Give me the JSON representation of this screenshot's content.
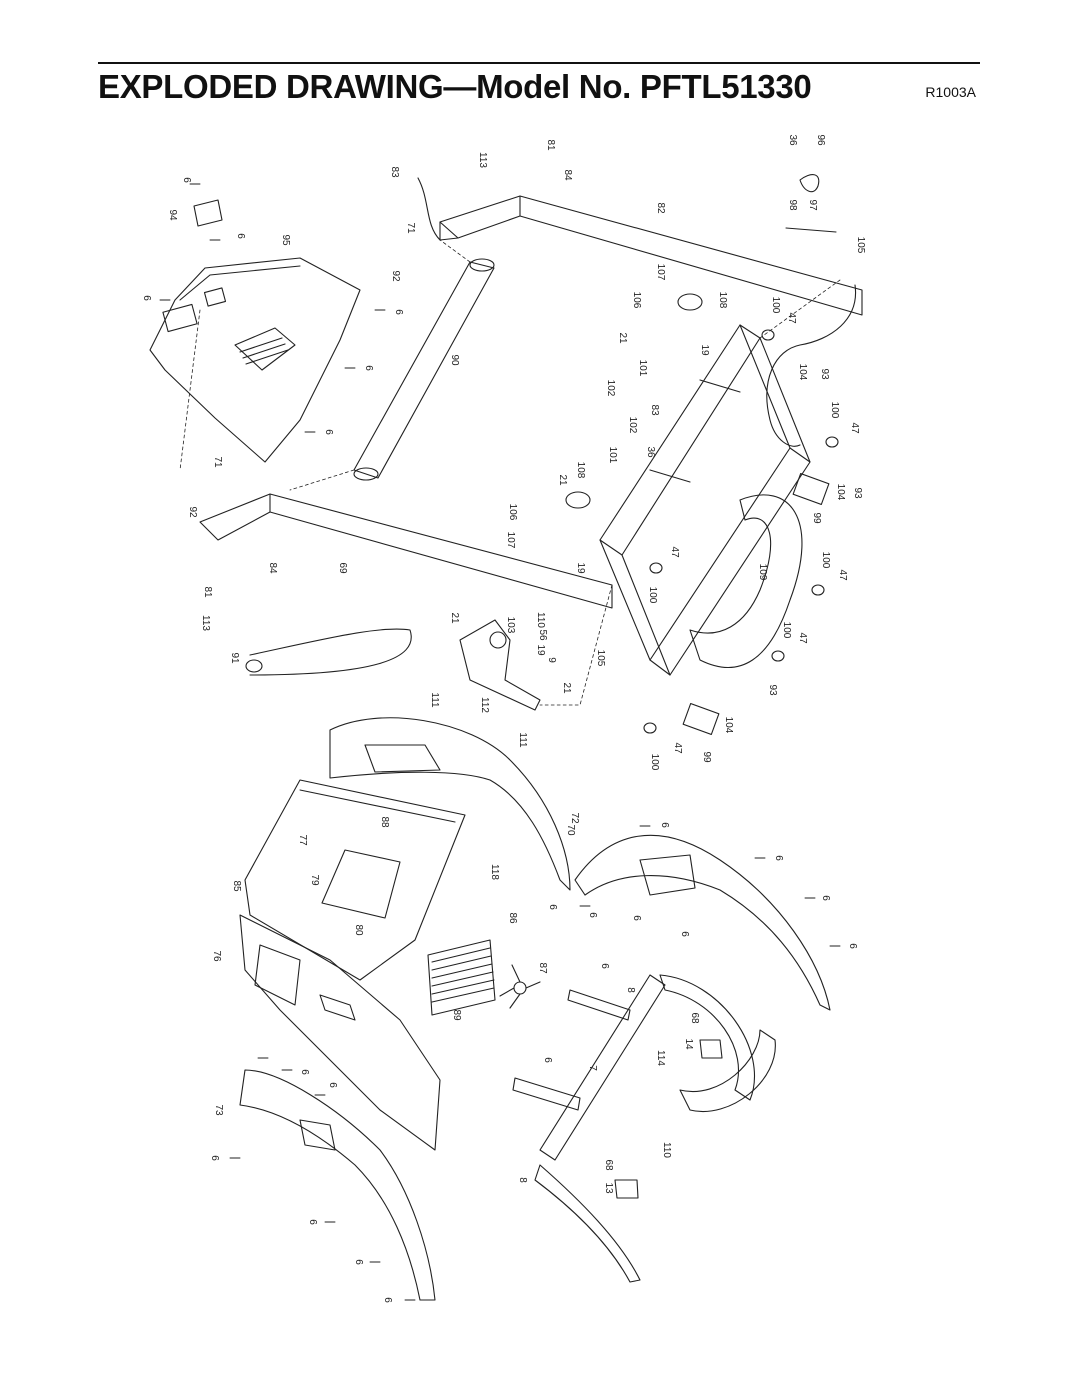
{
  "header": {
    "title": "EXPLODED DRAWING—Model No. PFTL51330",
    "code": "R1003A"
  },
  "part_labels": [
    {
      "id": "p-36-a",
      "text": "36"
    },
    {
      "id": "p-96",
      "text": "96"
    },
    {
      "id": "p-98",
      "text": "98"
    },
    {
      "id": "p-97",
      "text": "97"
    },
    {
      "id": "p-105-a",
      "text": "105"
    },
    {
      "id": "p-81-a",
      "text": "81"
    },
    {
      "id": "p-113-a",
      "text": "113"
    },
    {
      "id": "p-83-a",
      "text": "83"
    },
    {
      "id": "p-84-a",
      "text": "84"
    },
    {
      "id": "p-82",
      "text": "82"
    },
    {
      "id": "p-6-a",
      "text": "6"
    },
    {
      "id": "p-94",
      "text": "94"
    },
    {
      "id": "p-6-b",
      "text": "6"
    },
    {
      "id": "p-95",
      "text": "95"
    },
    {
      "id": "p-71-a",
      "text": "71"
    },
    {
      "id": "p-92-a",
      "text": "92"
    },
    {
      "id": "p-6-c",
      "text": "6"
    },
    {
      "id": "p-6-d",
      "text": "6"
    },
    {
      "id": "p-107-a",
      "text": "107"
    },
    {
      "id": "p-106-a",
      "text": "106"
    },
    {
      "id": "p-108-a",
      "text": "108"
    },
    {
      "id": "p-100-a",
      "text": "100"
    },
    {
      "id": "p-47-a",
      "text": "47"
    },
    {
      "id": "p-21-a",
      "text": "21"
    },
    {
      "id": "p-19-a",
      "text": "19"
    },
    {
      "id": "p-90",
      "text": "90"
    },
    {
      "id": "p-6-e",
      "text": "6"
    },
    {
      "id": "p-101-a",
      "text": "101"
    },
    {
      "id": "p-102-a",
      "text": "102"
    },
    {
      "id": "p-104-a",
      "text": "104"
    },
    {
      "id": "p-93-a",
      "text": "93"
    },
    {
      "id": "p-83-b",
      "text": "83"
    },
    {
      "id": "p-6-f",
      "text": "6"
    },
    {
      "id": "p-102-b",
      "text": "102"
    },
    {
      "id": "p-100-b",
      "text": "100"
    },
    {
      "id": "p-47-b",
      "text": "47"
    },
    {
      "id": "p-36-b",
      "text": "36"
    },
    {
      "id": "p-101-b",
      "text": "101"
    },
    {
      "id": "p-71-b",
      "text": "71"
    },
    {
      "id": "p-21-b",
      "text": "21"
    },
    {
      "id": "p-108-b",
      "text": "108"
    },
    {
      "id": "p-93-b",
      "text": "93"
    },
    {
      "id": "p-104-b",
      "text": "104"
    },
    {
      "id": "p-92-b",
      "text": "92"
    },
    {
      "id": "p-106-b",
      "text": "106"
    },
    {
      "id": "p-99-a",
      "text": "99"
    },
    {
      "id": "p-107-b",
      "text": "107"
    },
    {
      "id": "p-47-c",
      "text": "47"
    },
    {
      "id": "p-19-b",
      "text": "19"
    },
    {
      "id": "p-84-b",
      "text": "84"
    },
    {
      "id": "p-69",
      "text": "69"
    },
    {
      "id": "p-109",
      "text": "109"
    },
    {
      "id": "p-100-c",
      "text": "100"
    },
    {
      "id": "p-100-d",
      "text": "100"
    },
    {
      "id": "p-47-d",
      "text": "47"
    },
    {
      "id": "p-81-b",
      "text": "81"
    },
    {
      "id": "p-113-b",
      "text": "113"
    },
    {
      "id": "p-21-c",
      "text": "21"
    },
    {
      "id": "p-103",
      "text": "103"
    },
    {
      "id": "p-110-a",
      "text": "110"
    },
    {
      "id": "p-100-e",
      "text": "100"
    },
    {
      "id": "p-47-e",
      "text": "47"
    },
    {
      "id": "p-91",
      "text": "91"
    },
    {
      "id": "p-9",
      "text": "9"
    },
    {
      "id": "p-19-c",
      "text": "19"
    },
    {
      "id": "p-56",
      "text": "56"
    },
    {
      "id": "p-105-b",
      "text": "105"
    },
    {
      "id": "p-21-d",
      "text": "21"
    },
    {
      "id": "p-111-a",
      "text": "111"
    },
    {
      "id": "p-112",
      "text": "112"
    },
    {
      "id": "p-93-c",
      "text": "93"
    },
    {
      "id": "p-111-b",
      "text": "111"
    },
    {
      "id": "p-104-c",
      "text": "104"
    },
    {
      "id": "p-100-f",
      "text": "100"
    },
    {
      "id": "p-47-f",
      "text": "47"
    },
    {
      "id": "p-99-b",
      "text": "99"
    },
    {
      "id": "p-72",
      "text": "72"
    },
    {
      "id": "p-70",
      "text": "70"
    },
    {
      "id": "p-6-g",
      "text": "6"
    },
    {
      "id": "p-88",
      "text": "88"
    },
    {
      "id": "p-77",
      "text": "77"
    },
    {
      "id": "p-118",
      "text": "118"
    },
    {
      "id": "p-6-h",
      "text": "6"
    },
    {
      "id": "p-85",
      "text": "85"
    },
    {
      "id": "p-79",
      "text": "79"
    },
    {
      "id": "p-6-i",
      "text": "6"
    },
    {
      "id": "p-6-j",
      "text": "6"
    },
    {
      "id": "p-6-k",
      "text": "6"
    },
    {
      "id": "p-6-l",
      "text": "6"
    },
    {
      "id": "p-80",
      "text": "80"
    },
    {
      "id": "p-86",
      "text": "86"
    },
    {
      "id": "p-6-m",
      "text": "6"
    },
    {
      "id": "p-6-n",
      "text": "6"
    },
    {
      "id": "p-87",
      "text": "87"
    },
    {
      "id": "p-76",
      "text": "76"
    },
    {
      "id": "p-8-a",
      "text": "8"
    },
    {
      "id": "p-89",
      "text": "89"
    },
    {
      "id": "p-68-a",
      "text": "68"
    },
    {
      "id": "p-14",
      "text": "14"
    },
    {
      "id": "p-114",
      "text": "114"
    },
    {
      "id": "p-6-o",
      "text": "6"
    },
    {
      "id": "p-6-p",
      "text": "6"
    },
    {
      "id": "p-7",
      "text": "7"
    },
    {
      "id": "p-6-q",
      "text": "6"
    },
    {
      "id": "p-73",
      "text": "73"
    },
    {
      "id": "p-6-r",
      "text": "6"
    },
    {
      "id": "p-110-b",
      "text": "110"
    },
    {
      "id": "p-6-s",
      "text": "6"
    },
    {
      "id": "p-68-b",
      "text": "68"
    },
    {
      "id": "p-13",
      "text": "13"
    },
    {
      "id": "p-8-b",
      "text": "8"
    },
    {
      "id": "p-6-t",
      "text": "6"
    },
    {
      "id": "p-6-u",
      "text": "6"
    },
    {
      "id": "p-6-v",
      "text": "6"
    }
  ]
}
